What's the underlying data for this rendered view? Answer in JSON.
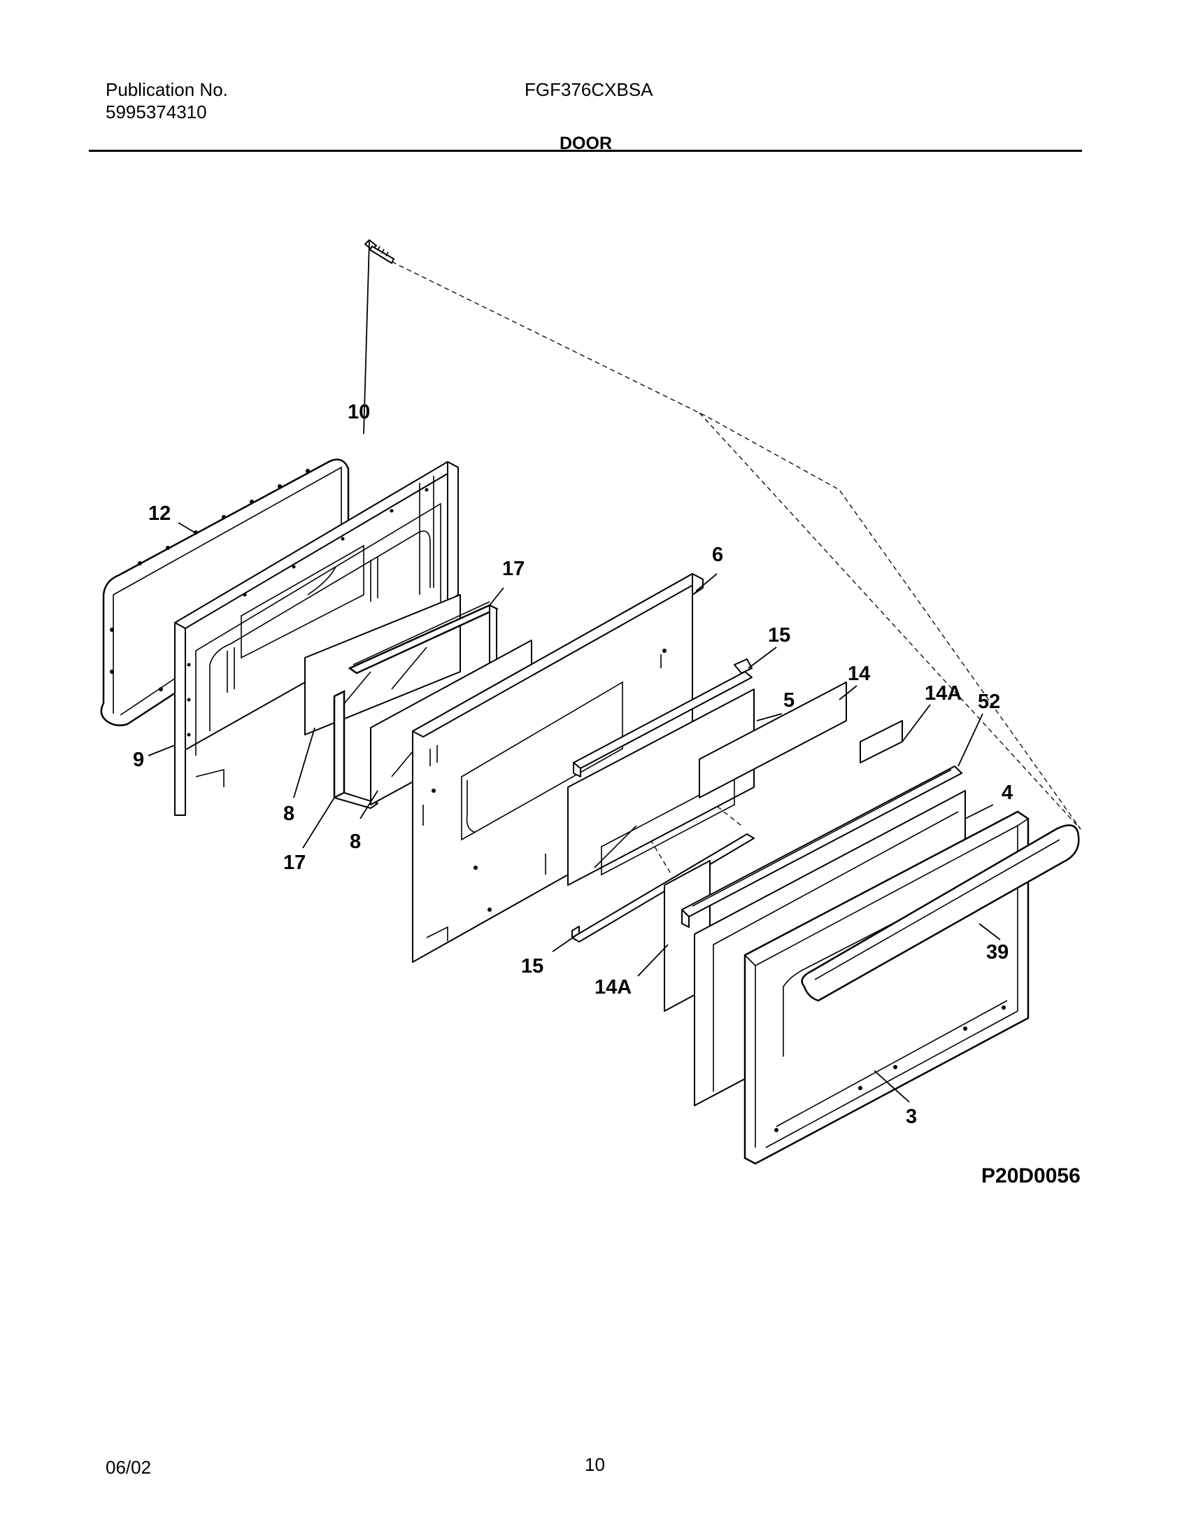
{
  "header": {
    "publication_label": "Publication No.",
    "publication_number": "5995374310",
    "model": "FGF376CXBSA",
    "section_title": "DOOR"
  },
  "diagram": {
    "drawing_code": "P20D0056",
    "callouts": {
      "c10": "10",
      "c12": "12",
      "c9": "9",
      "c8a": "8",
      "c8b": "8",
      "c17a": "17",
      "c17b": "17",
      "c6": "6",
      "c15a": "15",
      "c15b": "15",
      "c5": "5",
      "c14": "14",
      "c14a_top": "14A",
      "c14a_bottom": "14A",
      "c52": "52",
      "c4": "4",
      "c39": "39",
      "c3": "3"
    }
  },
  "footer": {
    "date": "06/02",
    "page_number": "10"
  }
}
